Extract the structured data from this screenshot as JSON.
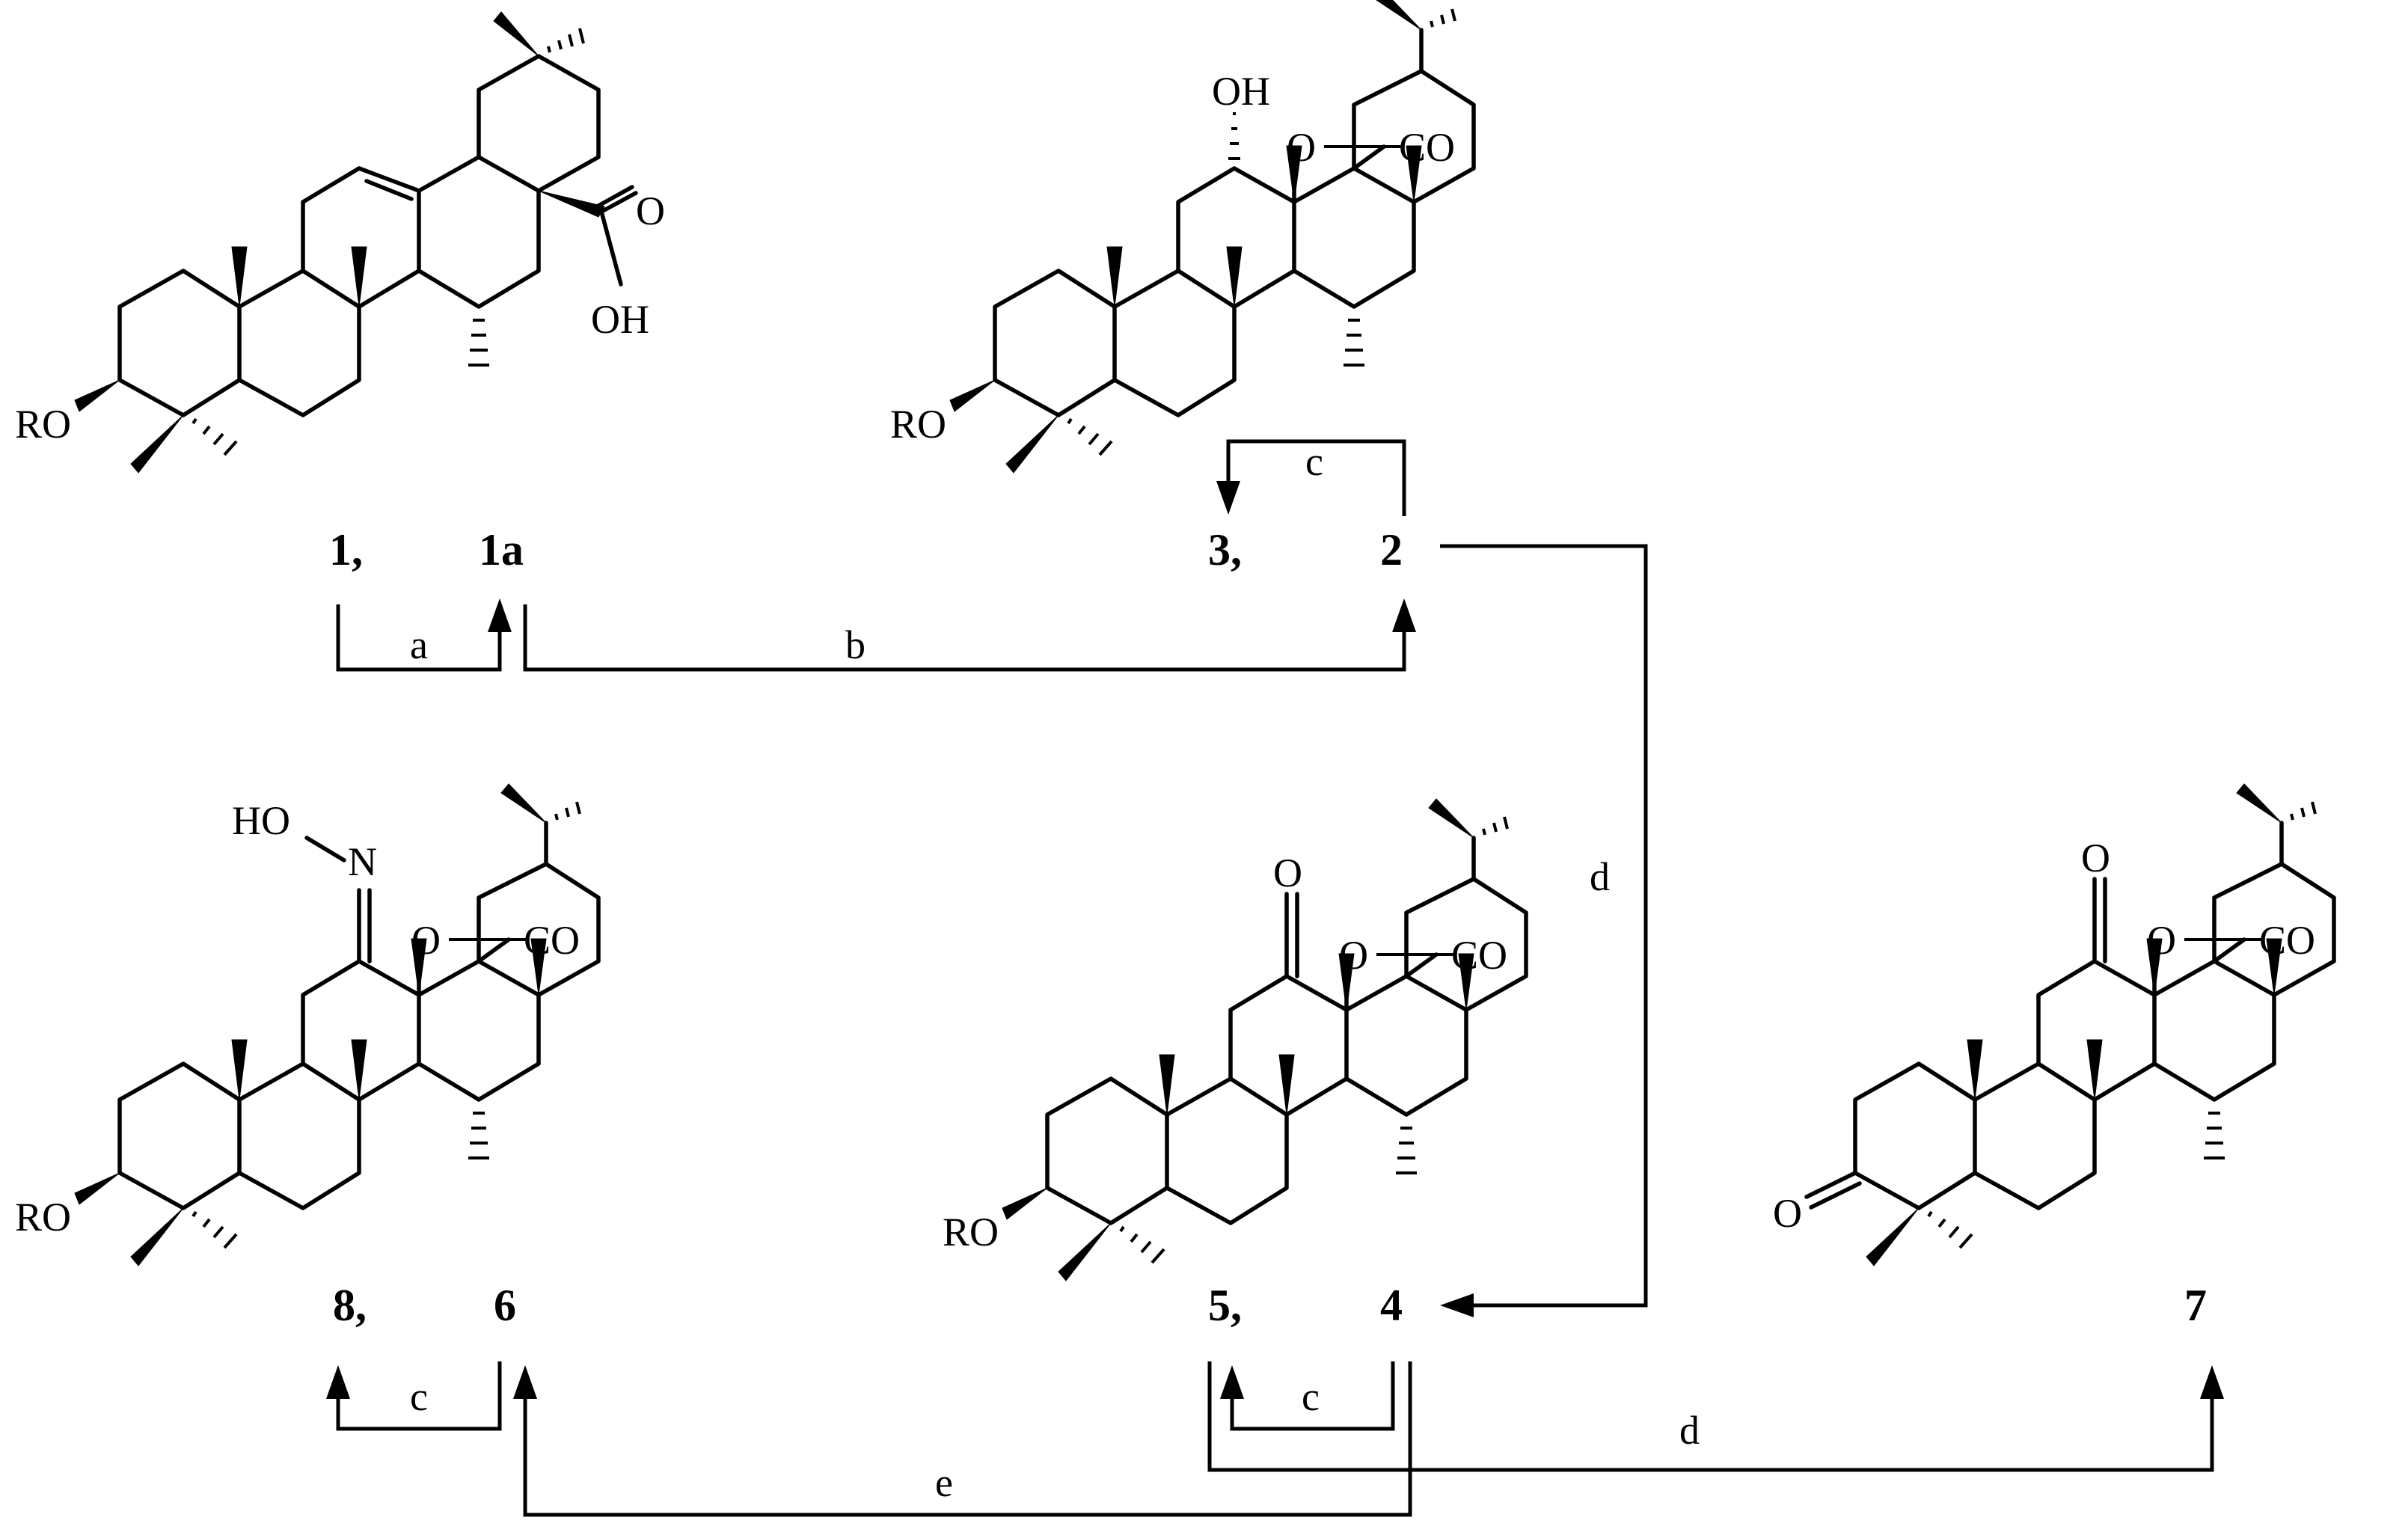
{
  "compound_labels": {
    "c1": "1,",
    "c1a": "1a",
    "c3": "3,",
    "c2": "2",
    "c8": "8,",
    "c6": "6",
    "c5": "5,",
    "c4": "4",
    "c7": "7"
  },
  "reagent_labels": {
    "a": "a",
    "b": "b",
    "c_top": "c",
    "d_right": "d",
    "c_bottom_left": "c",
    "c_bottom_mid": "c",
    "d_bottom": "d",
    "e": "e"
  },
  "atom_labels": {
    "ro": "RO",
    "o": "O",
    "oh": "OH",
    "co": "CO",
    "ho": "HO",
    "n": "N"
  },
  "structures": [
    {
      "compound": "1",
      "substituents": [
        "RO",
        "OH",
        "O"
      ]
    },
    {
      "compound": "2",
      "substituents": [
        "RO",
        "OH",
        "O",
        "CO"
      ]
    },
    {
      "compound": "6",
      "substituents": [
        "RO",
        "HO",
        "N",
        "O",
        "CO"
      ]
    },
    {
      "compound": "4",
      "substituents": [
        "RO",
        "O",
        "CO"
      ]
    },
    {
      "compound": "7",
      "substituents": [
        "O",
        "CO"
      ]
    }
  ],
  "arrows": [
    {
      "from": "1",
      "to": "1a",
      "reagent": "a"
    },
    {
      "from": "1a",
      "to": "2",
      "reagent": "b"
    },
    {
      "from": "2",
      "to": "3",
      "reagent": "c"
    },
    {
      "from": "2",
      "to": "4",
      "reagent": "d"
    },
    {
      "from": "4",
      "to": "5",
      "reagent": "c"
    },
    {
      "from": "5",
      "to": "7",
      "reagent": "d"
    },
    {
      "from": "4",
      "to": "6",
      "reagent": "e"
    },
    {
      "from": "6",
      "to": "8",
      "reagent": "c"
    }
  ]
}
